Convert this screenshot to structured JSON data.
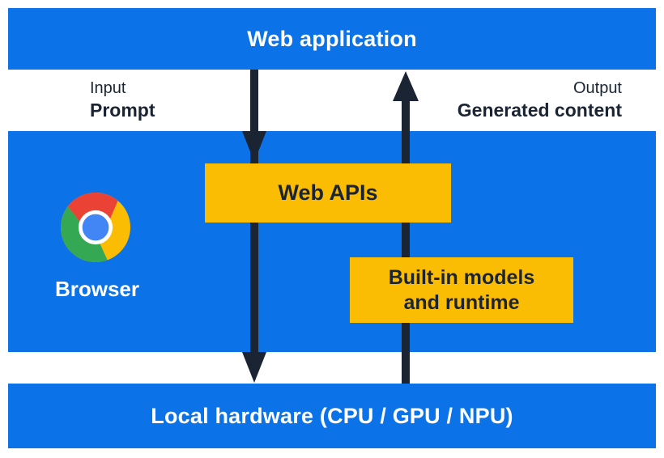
{
  "colors": {
    "blue": "#0b72e8",
    "yellow": "#fbbc04",
    "navy": "#1a2433",
    "white": "#ffffff",
    "chrome-red": "#ea4335",
    "chrome-green": "#34a853",
    "chrome-yellow": "#fbbc04",
    "chrome-blue": "#4285f4"
  },
  "top_bar": {
    "label": "Web application"
  },
  "flow": {
    "input_title": "Input",
    "input_value": "Prompt",
    "output_title": "Output",
    "output_value": "Generated content"
  },
  "browser_panel": {
    "browser_label": "Browser",
    "web_apis_label": "Web APIs",
    "builtin_line1": "Built-in models",
    "builtin_line2": "and runtime"
  },
  "bottom_bar": {
    "label": "Local hardware (CPU / GPU / NPU)"
  }
}
